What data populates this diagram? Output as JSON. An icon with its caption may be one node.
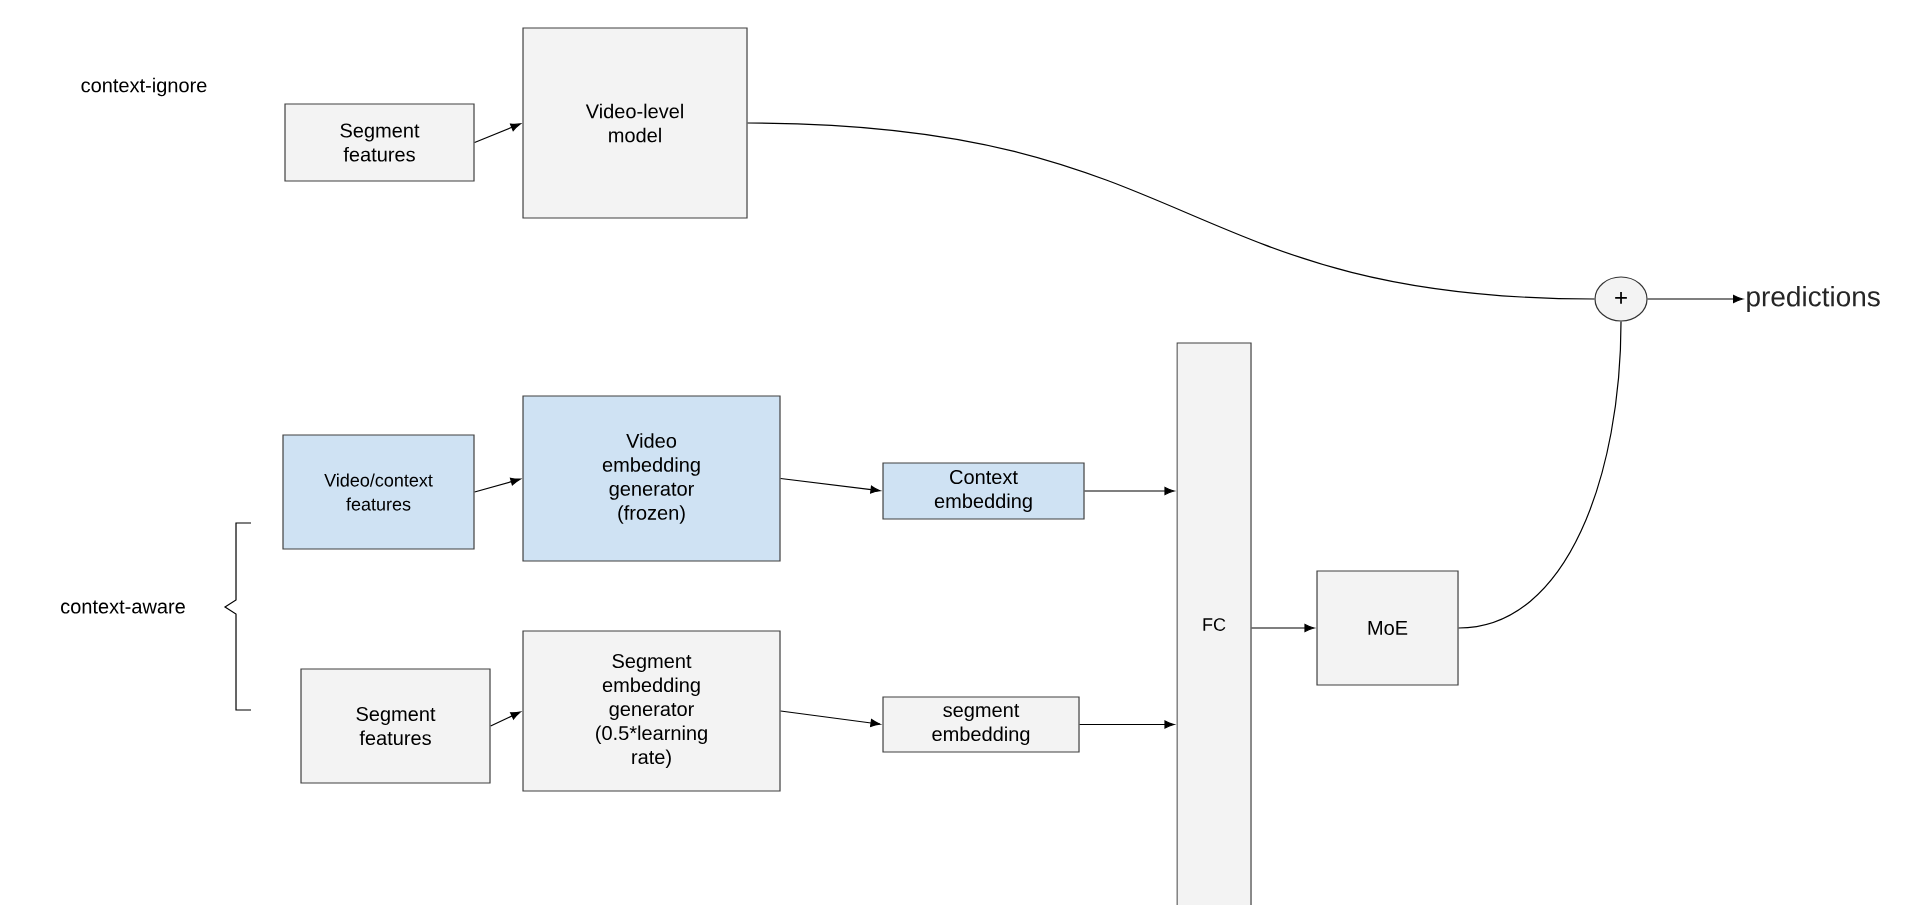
{
  "diagram": {
    "nodes": [
      {
        "text": [
          "Segment features"
        ]
      },
      {
        "text": [
          "Video-level model"
        ]
      },
      {
        "text": [
          "+"
        ]
      },
      {
        "text": [
          "predictions"
        ]
      },
      {
        "text": [
          "Video/context features"
        ]
      },
      {
        "text": [
          "Video embedding generator (frozen)"
        ]
      },
      {
        "text": [
          "Context embedding"
        ]
      },
      {
        "text": [
          "Segment features"
        ]
      },
      {
        "text": [
          "Segment embedding generator (0.5*learning rate)"
        ]
      },
      {
        "text": [
          "segment embedding"
        ]
      },
      {
        "text": [
          "FC"
        ]
      },
      {
        "text": [
          "MoE"
        ]
      }
    ],
    "edges": [
      {
        "from": 0,
        "to": 1,
        "arrow": "to"
      },
      {
        "from": 1,
        "to": 2,
        "arrow": "none"
      },
      {
        "from": 2,
        "to": 3,
        "arrow": "to"
      },
      {
        "from": 4,
        "to": 5,
        "arrow": "to"
      },
      {
        "from": 5,
        "to": 6,
        "arrow": "to"
      },
      {
        "from": 6,
        "to": 10,
        "arrow": "to"
      },
      {
        "from": 7,
        "to": 8,
        "arrow": "to"
      },
      {
        "from": 8,
        "to": 9,
        "arrow": "to"
      },
      {
        "from": 9,
        "to": 10,
        "arrow": "to"
      },
      {
        "from": 10,
        "to": 11,
        "arrow": "to"
      },
      {
        "from": 11,
        "to": 2,
        "arrow": "none"
      }
    ],
    "labels": [
      "context-ignore",
      "context-aware"
    ]
  }
}
